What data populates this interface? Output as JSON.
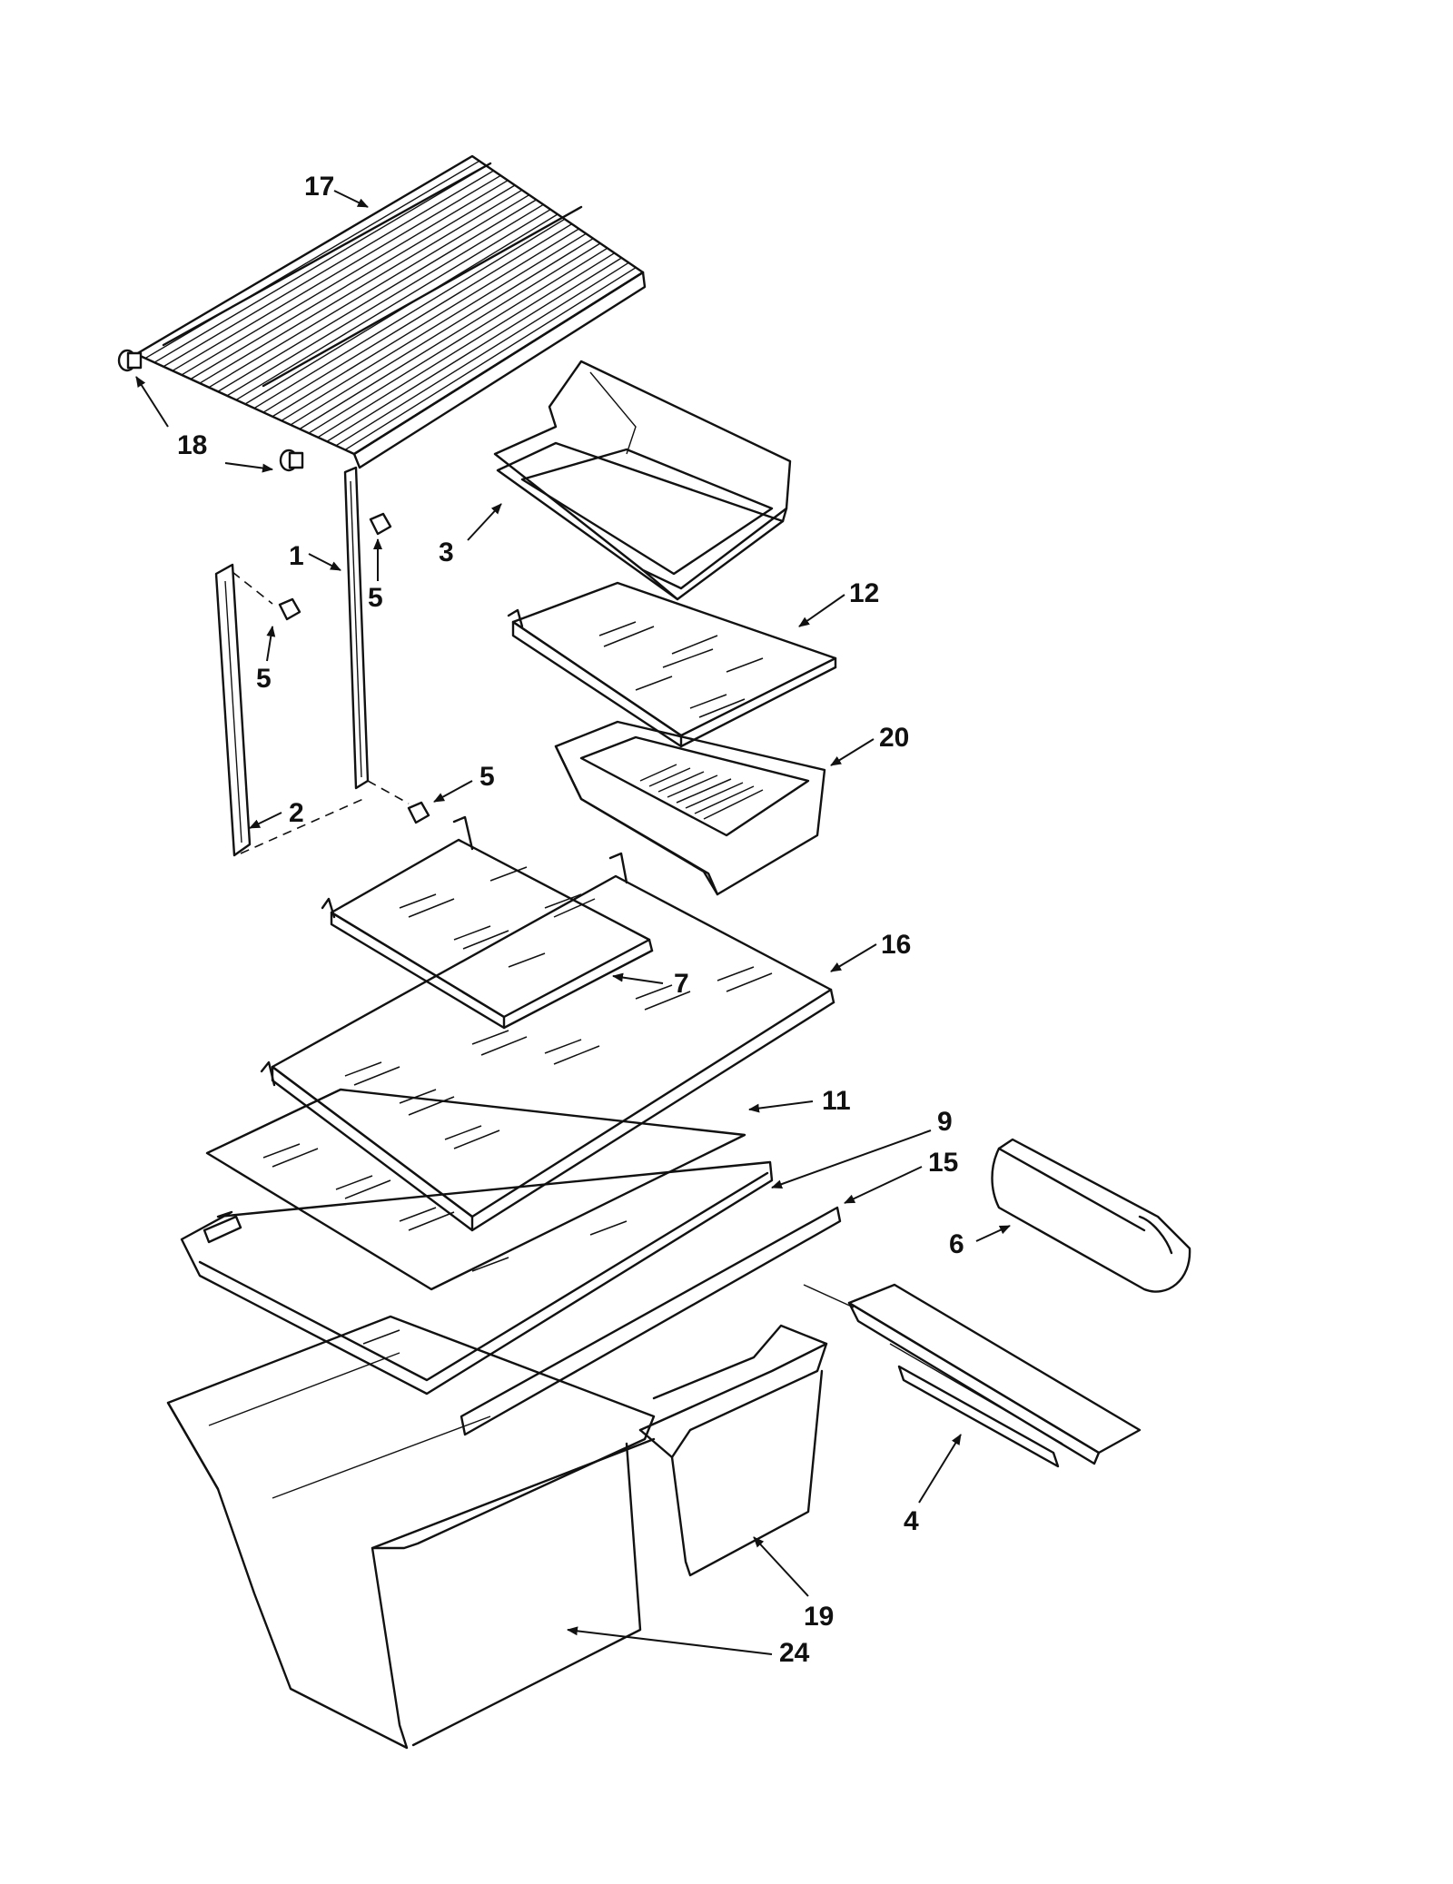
{
  "diagram": {
    "callouts": {
      "p1": "1",
      "p2": "2",
      "p3": "3",
      "p4": "4",
      "p5a": "5",
      "p5b": "5",
      "p5c": "5",
      "p6": "6",
      "p7": "7",
      "p9": "9",
      "p11": "11",
      "p12": "12",
      "p15": "15",
      "p16": "16",
      "p17": "17",
      "p18": "18",
      "p19": "19",
      "p20": "20",
      "p24": "24"
    }
  }
}
